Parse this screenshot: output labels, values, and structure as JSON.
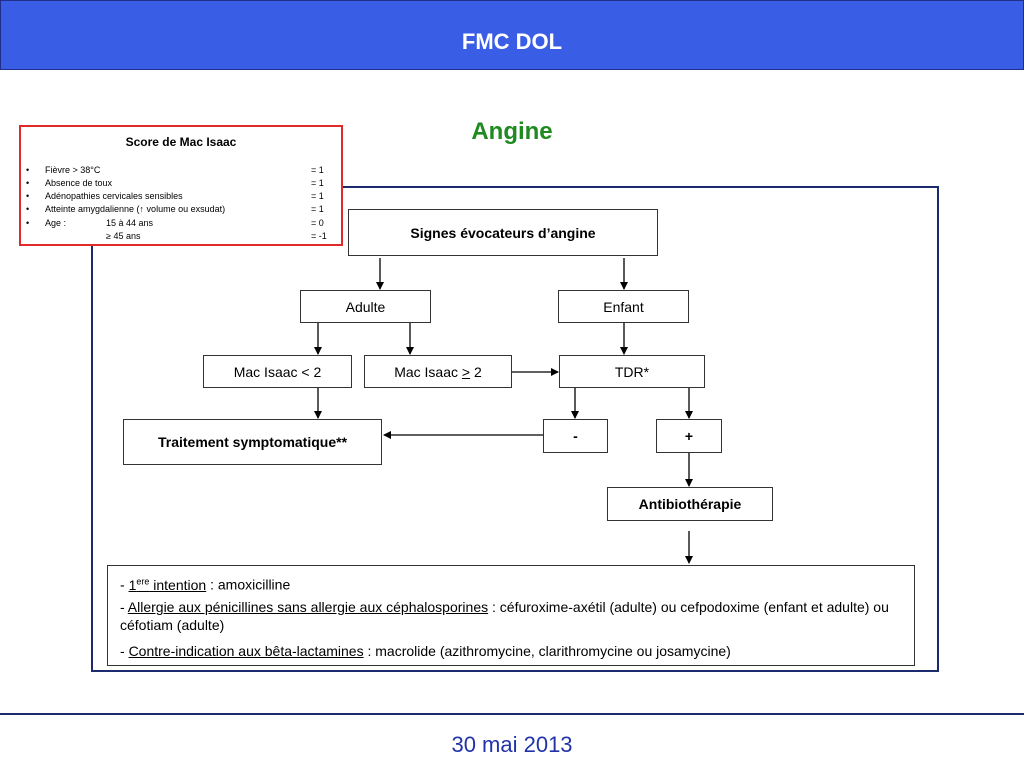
{
  "header": {
    "title": "FMC DOL"
  },
  "slide_title": "Angine",
  "score": {
    "title": "Score de Mac Isaac",
    "bullet": "•",
    "items": [
      {
        "label": "Fièvre > 38°C",
        "value": "=  1"
      },
      {
        "label": "Absence de toux",
        "value": "=  1"
      },
      {
        "label": "Adénopathies cervicales sensibles",
        "value": "=  1"
      },
      {
        "label": "Atteinte amygdalienne (↑ volume ou exsudat)",
        "value": "=  1"
      },
      {
        "label": "Age :",
        "sub": "15 à 44 ans",
        "value": "=  0"
      },
      {
        "sub": "≥ 45 ans",
        "value": "=  -1"
      }
    ]
  },
  "flow": {
    "signes": "Signes évocateurs d’angine",
    "adulte": "Adulte",
    "enfant": "Enfant",
    "mac_lt": "Mac Isaac < 2",
    "mac_ge_prefix": "Mac Isaac ",
    "mac_ge_symbol": ">",
    "mac_ge_value": " 2",
    "tdr": "TDR*",
    "traitement": "Traitement symptomatique**",
    "neg": "-",
    "pos": "+",
    "antibio": "Antibiothérapie"
  },
  "notes": {
    "n1_dash": "- ",
    "n1_num": "1",
    "n1_sup": "ere",
    "n1_label": " intention",
    "n1_text": " : amoxicilline",
    "n2_dash": "- ",
    "n2_label": "Allergie aux pénicillines sans allergie aux céphalosporines",
    "n2_text": " : céfuroxime-axétil (adulte) ou cefpodoxime (enfant et adulte) ou céfotiam (adulte)",
    "n3_dash": "- ",
    "n3_label": "Contre-indication aux bêta-lactamines",
    "n3_text": " : macrolide (azithromycine, clarithromycine ou josamycine)"
  },
  "footer": {
    "date": "30 mai 2013"
  },
  "colors": {
    "header_bg": "#3a5de6",
    "title_green": "#1f8a1f",
    "score_border": "#e12a2a",
    "frame_border": "#1c2a6e",
    "footer_text": "#2233aa"
  }
}
